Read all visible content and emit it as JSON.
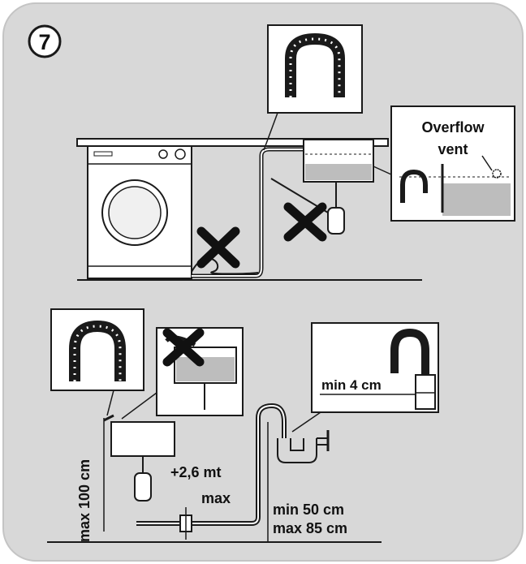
{
  "step": {
    "number": "7"
  },
  "labels": {
    "overflow_line1": "Overflow",
    "overflow_line2": "vent",
    "min_4cm": "min 4 cm",
    "max_100cm": "max 100 cm",
    "extension": "+2,6 mt",
    "extension_max": "max",
    "min_50cm": "min 50 cm",
    "max_85cm": "max 85 cm"
  },
  "colors": {
    "background": "#d8d8d8",
    "panel": "#ffffff",
    "line": "#1a1a1a",
    "cross": "#111111",
    "water": "#bdbdbd"
  }
}
